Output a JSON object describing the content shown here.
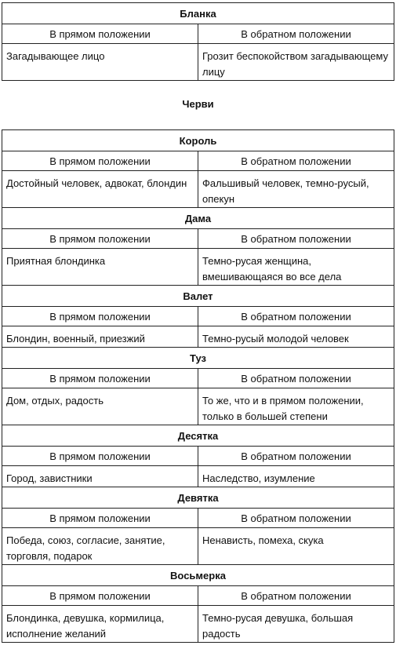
{
  "first_table": {
    "card": "Бланка",
    "upright_label": "В прямом положении",
    "reversed_label": "В обратном положении",
    "upright_text": "Загадывающее лицо",
    "reversed_text": "Грозит беспокойством загадывающему лицу"
  },
  "suit_title": "Черви",
  "cards": [
    {
      "name": "Король",
      "upright_label": "В прямом положении",
      "reversed_label": "В обратном положении",
      "upright": "Достойный человек, адвокат, блондин",
      "reversed": "Фальшивый человек, темно-русый, опекун"
    },
    {
      "name": "Дама",
      "upright_label": "В прямом положении",
      "reversed_label": "В обратном положении",
      "upright": "Приятная блондинка",
      "reversed": "Темно-русая женщина, вмешивающаяся во все дела"
    },
    {
      "name": "Валет",
      "upright_label": "В прямом положении",
      "reversed_label": "В обратном положении",
      "upright": "Блондин, военный, приезжий",
      "reversed": "Темно-русый молодой человек"
    },
    {
      "name": "Туз",
      "upright_label": "В прямом положении",
      "reversed_label": "В обратном положении",
      "upright": "Дом, отдых, радость",
      "reversed": "То же, что и в прямом положении, только в большей степени"
    },
    {
      "name": "Десятка",
      "upright_label": "В прямом положении",
      "reversed_label": "В обратном положении",
      "upright": "Город, завистники",
      "reversed": "Наследство, изумление"
    },
    {
      "name": "Девятка",
      "upright_label": "В прямом положении",
      "reversed_label": "В обратном положении",
      "upright": "Победа, союз, согласие, занятие, торговля, подарок",
      "reversed": "Ненависть, помеха, скука"
    },
    {
      "name": "Восьмерка",
      "upright_label": "В прямом положении",
      "reversed_label": "В обратном положении",
      "upright": "Блондинка, девушка, кормилица, исполнение желаний",
      "reversed": "Темно-русая девушка, большая радость"
    }
  ]
}
